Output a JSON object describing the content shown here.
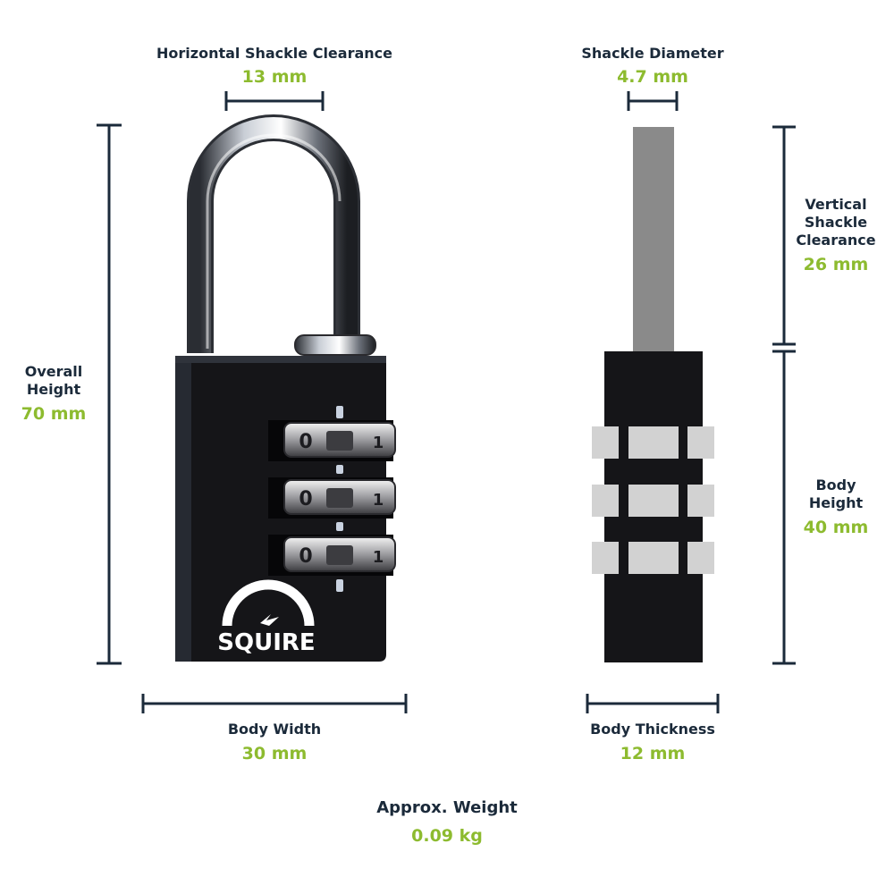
{
  "colors": {
    "navy": "#1b2a3a",
    "green": "#8dbb2f",
    "lock_body": "#151518",
    "shackle_grey": "#8a8a8a",
    "dial_grey": "#d2d2d2"
  },
  "brand": {
    "logo_text": "SQUIRE"
  },
  "dials": {
    "digits": [
      "0",
      "0",
      "0"
    ],
    "next_digits": [
      "1",
      "1",
      "1"
    ]
  },
  "dimensions": {
    "horizontal_shackle_clearance": {
      "label": "Horizontal Shackle Clearance",
      "value": "13 mm"
    },
    "shackle_diameter": {
      "label": "Shackle Diameter",
      "value": "4.7 mm"
    },
    "vertical_shackle_clearance": {
      "label_lines": [
        "Vertical",
        "Shackle",
        "Clearance"
      ],
      "value": "26 mm"
    },
    "overall_height": {
      "label_lines": [
        "Overall",
        "Height"
      ],
      "value": "70 mm"
    },
    "body_height": {
      "label_lines": [
        "Body",
        "Height"
      ],
      "value": "40 mm"
    },
    "body_width": {
      "label": "Body Width",
      "value": "30 mm"
    },
    "body_thickness": {
      "label": "Body Thickness",
      "value": "12 mm"
    },
    "approx_weight": {
      "label": "Approx. Weight",
      "value": "0.09 kg"
    }
  }
}
